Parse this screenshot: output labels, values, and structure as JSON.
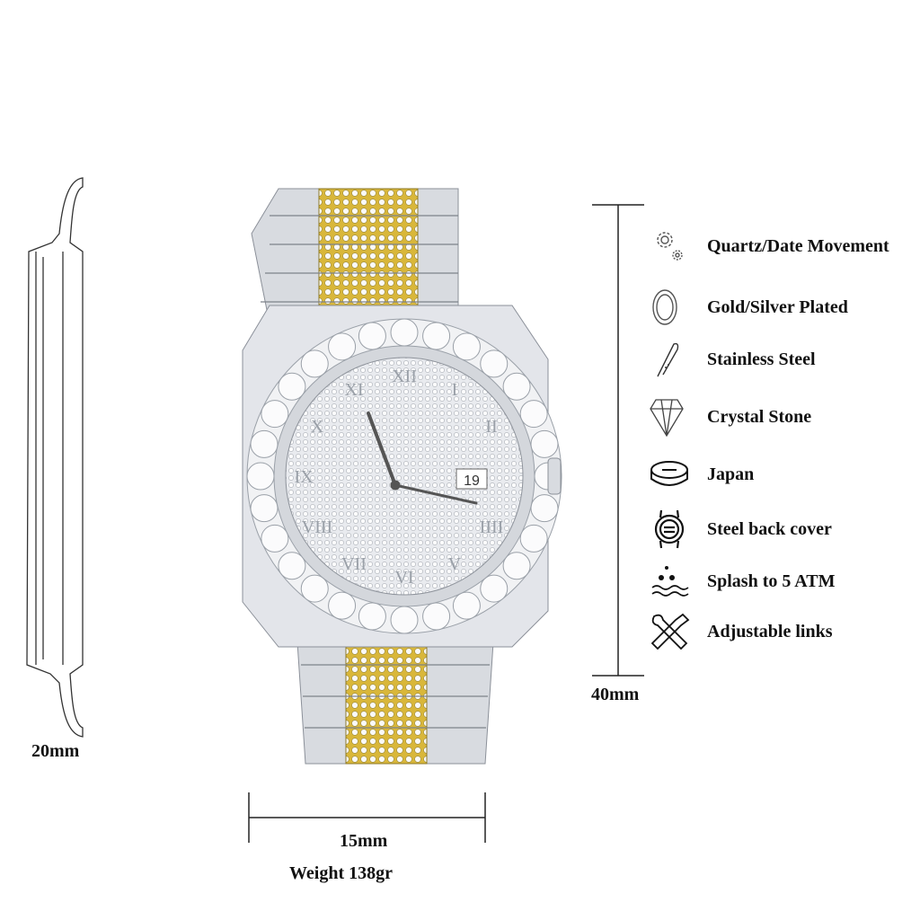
{
  "dimensions": {
    "thickness": "20mm",
    "case_height": "40mm",
    "band_width": "15mm",
    "weight": "Weight 138gr"
  },
  "watch": {
    "date_window": "19",
    "colors": {
      "gold": "#d9b73a",
      "silver": "#d8dbe0",
      "crystal": "#f4f5f7"
    }
  },
  "features": [
    {
      "icon": "gears-icon",
      "label": "Quartz/Date Movement"
    },
    {
      "icon": "case-outline-icon",
      "label": "Gold/Silver Plated"
    },
    {
      "icon": "steel-bar-icon",
      "label": "Stainless Steel"
    },
    {
      "icon": "diamond-icon",
      "label": "Crystal Stone"
    },
    {
      "icon": "battery-icon",
      "label": "Japan"
    },
    {
      "icon": "watch-back-icon",
      "label": "Steel back cover"
    },
    {
      "icon": "water-drops-icon",
      "label": "Splash to 5 ATM"
    },
    {
      "icon": "wrench-screwdriver-icon",
      "label": "Adjustable links"
    }
  ]
}
